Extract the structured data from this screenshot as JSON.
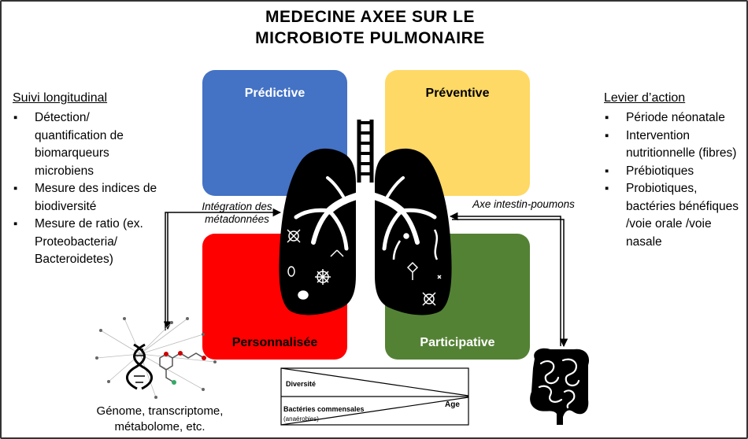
{
  "title": {
    "line1": "MEDECINE AXEE SUR LE",
    "line2": "MICROBIOTE PULMONAIRE"
  },
  "quadrants": [
    {
      "label": "Prédictive",
      "color": "#4472c4"
    },
    {
      "label": "Préventive",
      "color": "#ffd966"
    },
    {
      "label": "Personnalisée",
      "color": "#ff0000"
    },
    {
      "label": "Participative",
      "color": "#548235"
    }
  ],
  "left_panel": {
    "heading": "Suivi longitudinal",
    "items": [
      "Détection/ quantification de biomarqueurs microbiens",
      "Mesure des indices de biodiversité",
      "Mesure de ratio (ex. Proteobacteria/ Bacteroidetes)"
    ]
  },
  "right_panel": {
    "heading": "Levier d’action",
    "items": [
      "Période néonatale",
      "Intervention nutritionnelle (fibres)",
      "Prébiotiques",
      "Probiotiques, bactéries bénéfiques /voie orale /voie nasale"
    ]
  },
  "arrows": {
    "left_label": "Intégration des métadonnées",
    "right_label": "Axe intestin-poumons"
  },
  "wedge": {
    "top_label": "Diversité",
    "axis_label": "Age",
    "bottom_label": "Bactéries commensales",
    "bottom_sub": "(anaérobies)"
  },
  "omics_caption": "Génome, transcriptome, métabolome, etc.",
  "icons": [
    "lungs-icon",
    "dna-icon",
    "molecule-icon",
    "intestine-icon",
    "microbe-icon"
  ]
}
